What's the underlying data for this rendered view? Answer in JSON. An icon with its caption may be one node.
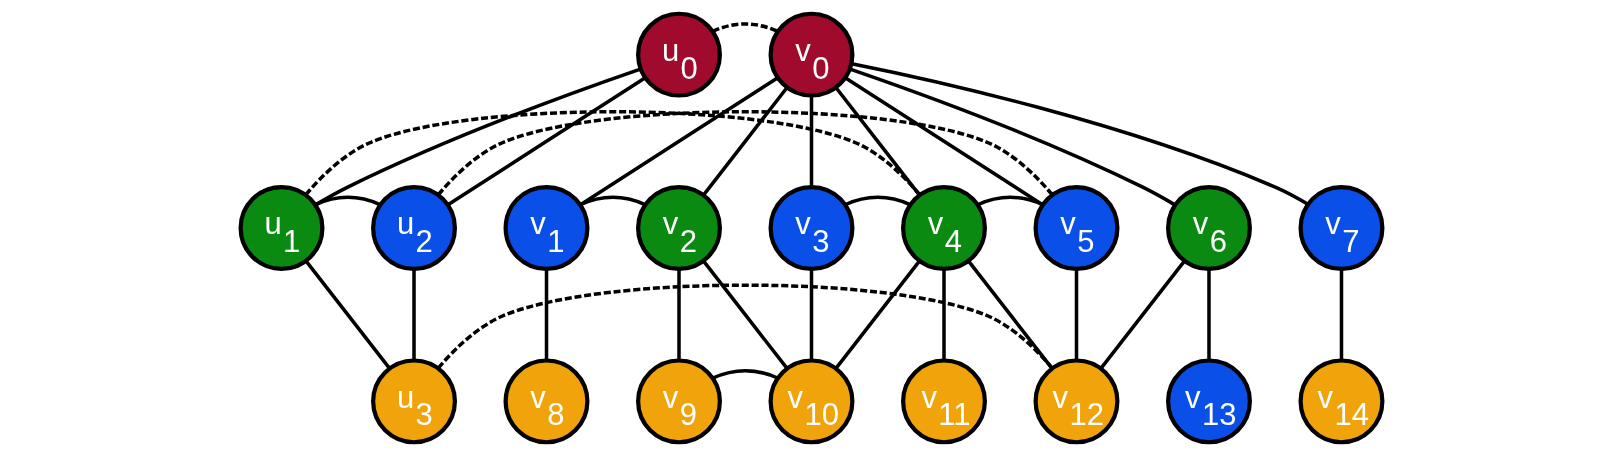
{
  "diagram": {
    "nodes": [
      {
        "text": [
          "u$_{0}$"
        ]
      },
      {
        "text": [
          "u$_{1}$"
        ]
      },
      {
        "text": [
          "u$_{2}$"
        ]
      },
      {
        "text": [
          "u$_{3}$"
        ]
      },
      {
        "text": [
          "v$_{0}$"
        ]
      },
      {
        "text": [
          "v$_{1}$"
        ]
      },
      {
        "text": [
          "v$_{2}$"
        ]
      },
      {
        "text": [
          "v$_{3}$"
        ]
      },
      {
        "text": [
          "v$_{4}$"
        ]
      },
      {
        "text": [
          "v$_{5}$"
        ]
      },
      {
        "text": [
          "v$_{6}$"
        ]
      },
      {
        "text": [
          "v$_{7}$"
        ]
      },
      {
        "text": [
          "v$_{8}$"
        ]
      },
      {
        "text": [
          "v$_{9}$"
        ]
      },
      {
        "text": [
          "v$_{10}$"
        ]
      },
      {
        "text": [
          "v$_{11}$"
        ]
      },
      {
        "text": [
          "v$_{12}$"
        ]
      },
      {
        "text": [
          "v$_{13}$"
        ]
      },
      {
        "text": [
          "v$_{14}$"
        ]
      }
    ],
    "edges": [
      {
        "from": 0,
        "to": 1,
        "arrow": "none"
      },
      {
        "from": 0,
        "to": 2,
        "arrow": "none"
      },
      {
        "from": 1,
        "to": 2,
        "arrow": "none"
      },
      {
        "from": 1,
        "to": 3,
        "arrow": "none"
      },
      {
        "from": 2,
        "to": 3,
        "arrow": "none"
      },
      {
        "from": 4,
        "to": 5,
        "arrow": "none"
      },
      {
        "from": 4,
        "to": 6,
        "arrow": "none"
      },
      {
        "from": 4,
        "to": 7,
        "arrow": "none"
      },
      {
        "from": 4,
        "to": 8,
        "arrow": "none"
      },
      {
        "from": 4,
        "to": 9,
        "arrow": "none"
      },
      {
        "from": 4,
        "to": 10,
        "arrow": "none"
      },
      {
        "from": 4,
        "to": 11,
        "arrow": "none"
      },
      {
        "from": 5,
        "to": 6,
        "arrow": "none"
      },
      {
        "from": 7,
        "to": 8,
        "arrow": "none"
      },
      {
        "from": 8,
        "to": 9,
        "arrow": "none"
      },
      {
        "from": 5,
        "to": 12,
        "arrow": "none"
      },
      {
        "from": 6,
        "to": 13,
        "arrow": "none"
      },
      {
        "from": 6,
        "to": 14,
        "arrow": "none"
      },
      {
        "from": 7,
        "to": 14,
        "arrow": "none"
      },
      {
        "from": 8,
        "to": 14,
        "arrow": "none"
      },
      {
        "from": 8,
        "to": 15,
        "arrow": "none"
      },
      {
        "from": 8,
        "to": 16,
        "arrow": "none"
      },
      {
        "from": 9,
        "to": 16,
        "arrow": "none"
      },
      {
        "from": 10,
        "to": 16,
        "arrow": "none"
      },
      {
        "from": 10,
        "to": 17,
        "arrow": "none"
      },
      {
        "from": 11,
        "to": 18,
        "arrow": "none"
      },
      {
        "from": 13,
        "to": 14,
        "arrow": "none"
      },
      {
        "from": 0,
        "to": 4,
        "arrow": "none",
        "style": "dashed"
      },
      {
        "from": 1,
        "to": 8,
        "arrow": "none",
        "style": "dashed"
      },
      {
        "from": 2,
        "to": 9,
        "arrow": "none",
        "style": "dashed"
      },
      {
        "from": 3,
        "to": 16,
        "arrow": "none",
        "style": "dashed"
      }
    ]
  }
}
